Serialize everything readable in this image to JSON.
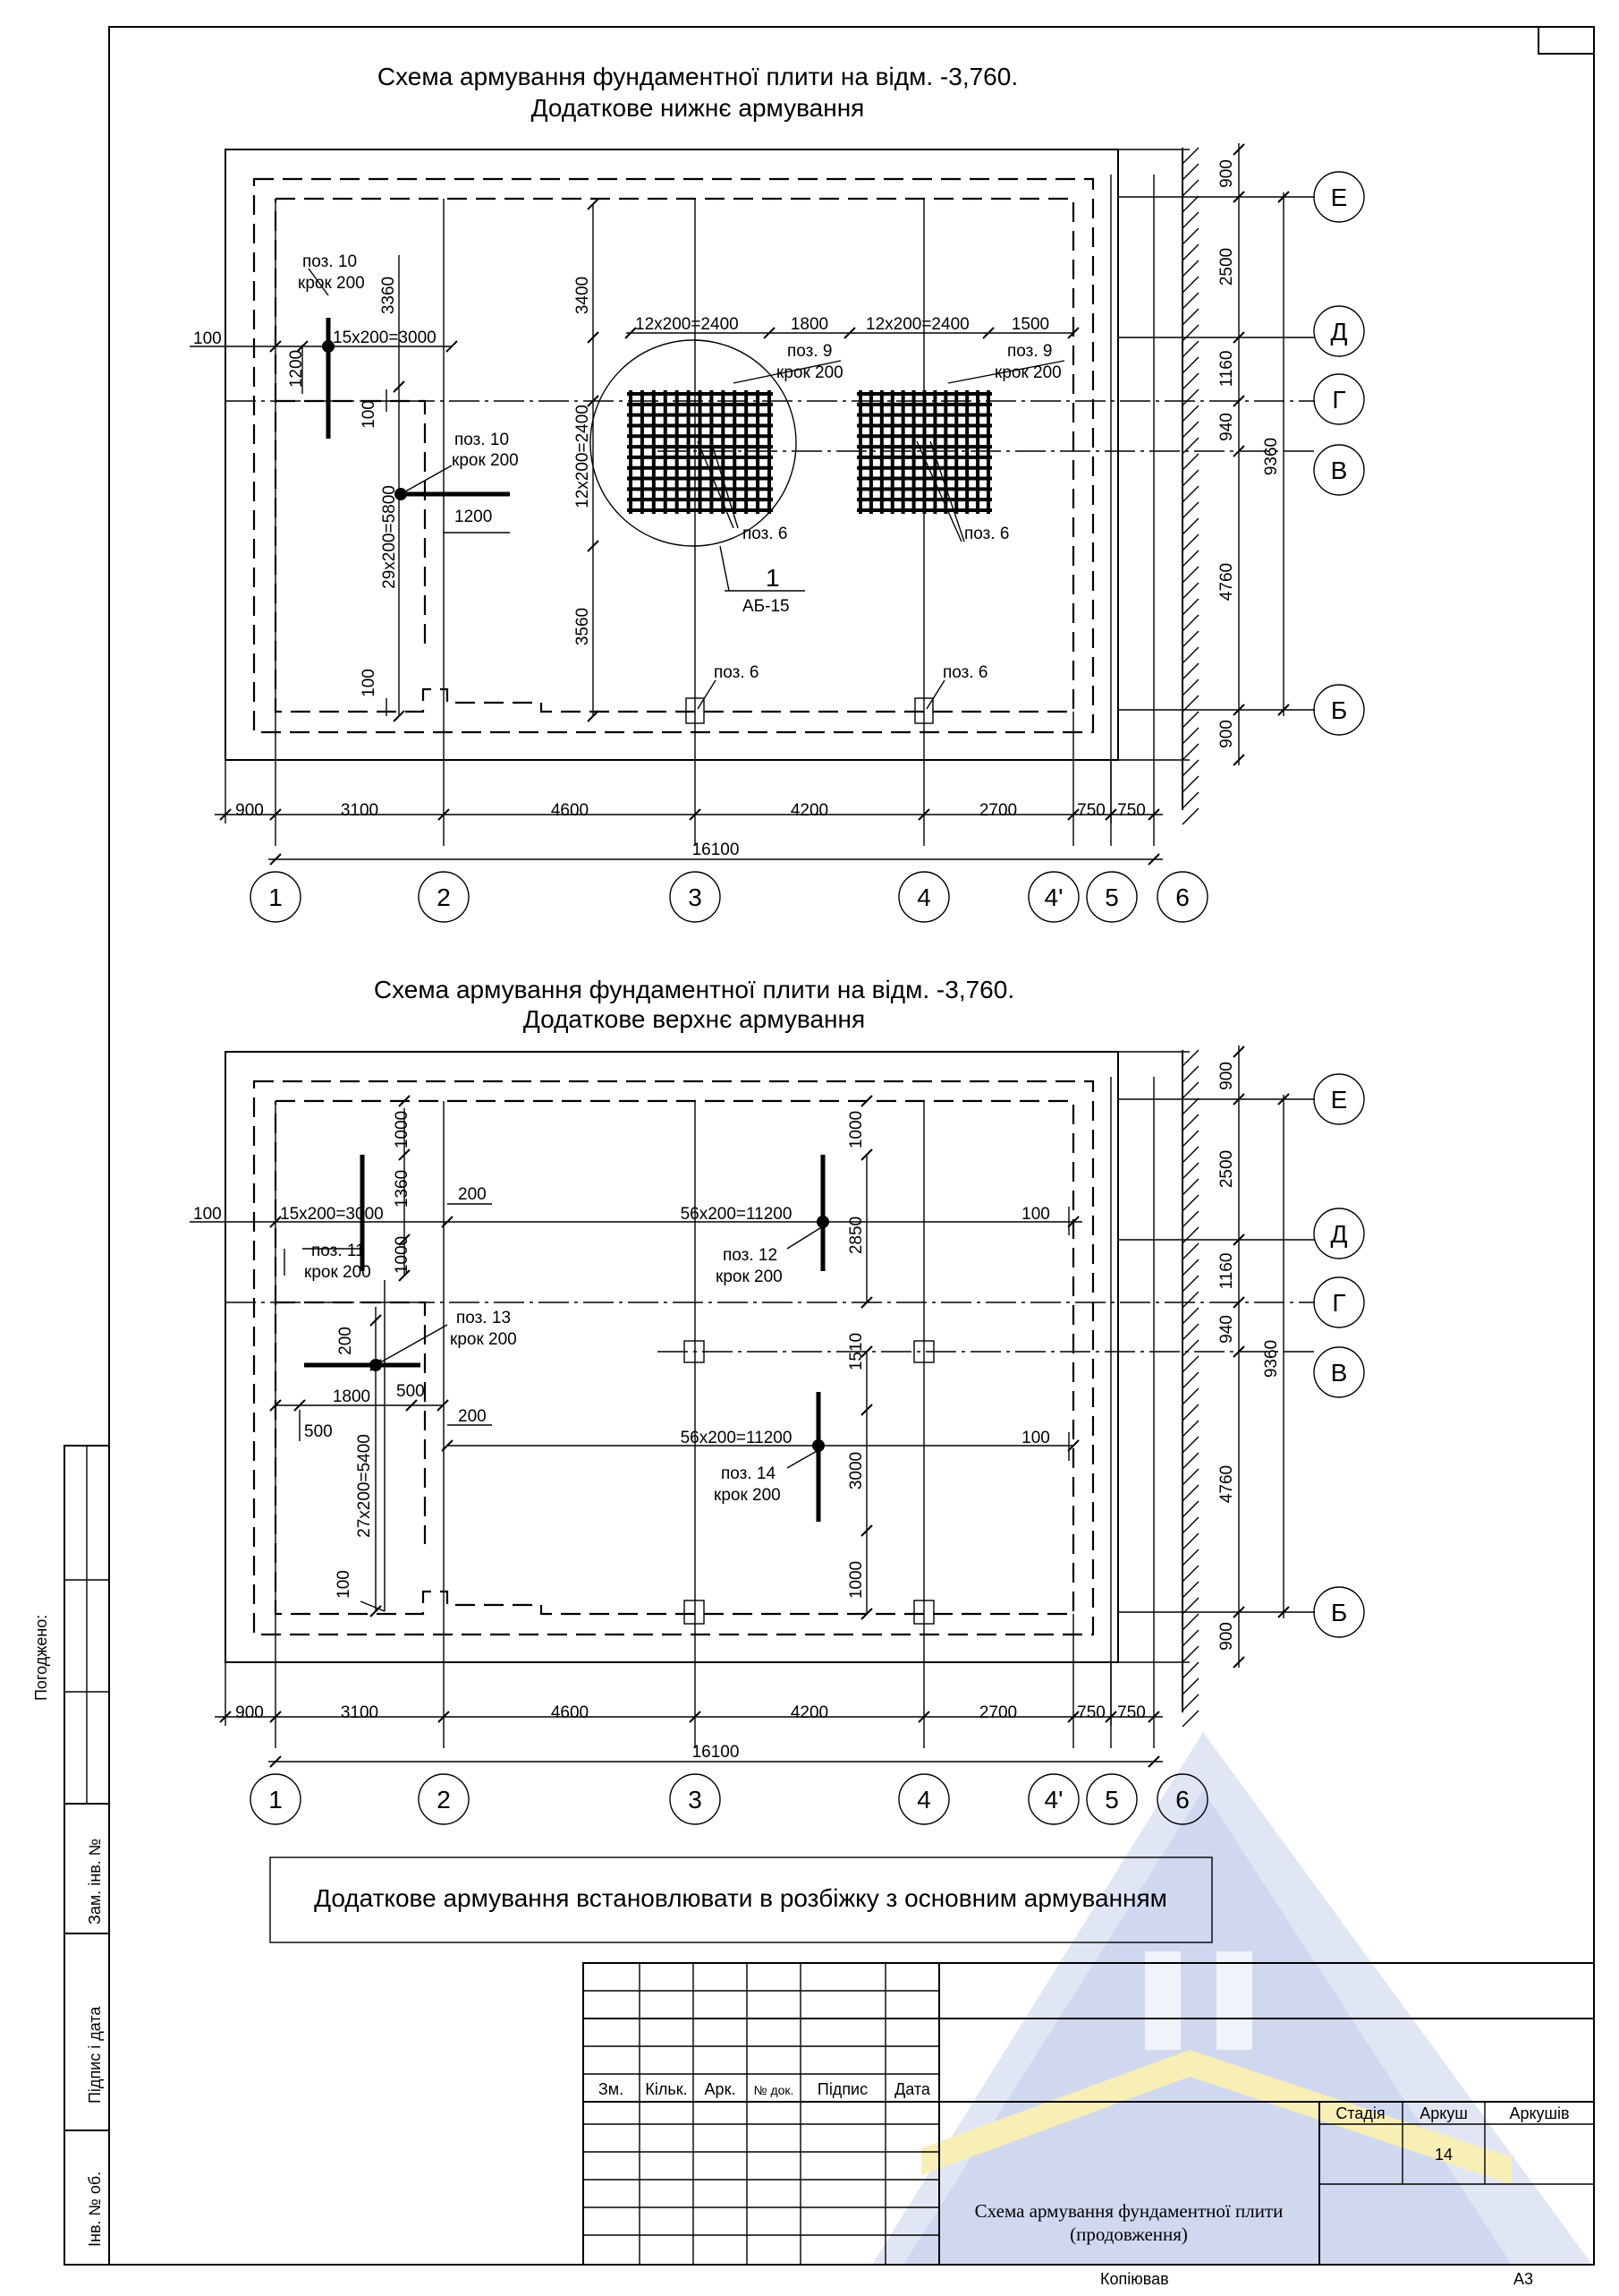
{
  "plan_top": {
    "title_line1": "Схема армування фундаментної плити на відм. -3,760.",
    "title_line2": "Додаткове нижнє армування",
    "dims_h": [
      "900",
      "3100",
      "4600",
      "4200",
      "2700",
      "750",
      "750"
    ],
    "dim_total": "16100",
    "dims_v": [
      "900",
      "2500",
      "1160",
      "940",
      "4760",
      "900"
    ],
    "dim_v_total": "9360",
    "labels": {
      "l100": "100",
      "l1200v": "1200",
      "l3360": "3360",
      "l15x200": "15x200=3000",
      "poz10a": "поз. 10",
      "krok10a": "крок 200",
      "poz10b": "поз. 10",
      "krok10b": "крок 200",
      "l100b": "100",
      "l1200h": "1200",
      "l29x200": "29x200=5800",
      "l100c": "100",
      "l3400": "3400",
      "l12x200a": "12x200=2400",
      "l1800": "1800",
      "l12x200b": "12x200=2400",
      "l1500": "1500",
      "poz9a": "поз. 9",
      "krok9a": "крок 200",
      "poz9b": "поз. 9",
      "krok9b": "крок 200",
      "l12x200v": "12x200=2400",
      "l3560": "3560",
      "poz6a": "поз. 6",
      "poz6b": "поз. 6",
      "poz6c": "поз. 6",
      "poz6d": "поз. 6",
      "detail_num": "1",
      "detail_ref": "АБ-15"
    }
  },
  "plan_bottom": {
    "title_line1": "Схема армування фундаментної плити на відм. -3,760.",
    "title_line2": "Додаткове верхнє армування",
    "dims_h": [
      "900",
      "3100",
      "4600",
      "4200",
      "2700",
      "750",
      "750"
    ],
    "dim_total": "16100",
    "dims_v": [
      "900",
      "2500",
      "1160",
      "940",
      "4760",
      "900"
    ],
    "dim_v_total": "9360",
    "labels": {
      "l100": "100",
      "l15x200": "15x200=3000",
      "l1000a": "1000",
      "l1360": "1360",
      "l1000b": "1000",
      "poz11": "поз. 11",
      "krok11": "крок 200",
      "l200a": "200",
      "l56x200a": "56x200=11200",
      "l100r1": "100",
      "l1000c": "1000",
      "l2850": "2850",
      "poz12": "поз. 12",
      "krok12": "крок 200",
      "poz13": "поз. 13",
      "krok13": "крок 200",
      "l200b": "200",
      "l1800": "1800",
      "l500a": "500",
      "l500b": "500",
      "l1510": "1510",
      "l200c": "200",
      "l56x200b": "56x200=11200",
      "l100r2": "100",
      "poz14": "поз. 14",
      "krok14": "крок 200",
      "l3000": "3000",
      "l27x200": "27x200=5400",
      "l100d": "100",
      "l1000d": "1000"
    }
  },
  "axes_x": [
    "1",
    "2",
    "3",
    "4",
    "4'",
    "5",
    "6"
  ],
  "axes_y": [
    "Е",
    "Д",
    "Г",
    "В",
    "Б"
  ],
  "note": "Додаткове армування встановлювати в розбіжку з основним армуванням",
  "side_stamp": {
    "agreed": "Погоджено:",
    "zam_inv": "Зам. інв. №",
    "signature_date": "Підпис і дата",
    "inv_orig": "Інв. № об."
  },
  "title_block": {
    "col_zm": "Зм.",
    "col_kilk": "Кільк.",
    "col_ark": "Арк.",
    "col_ndok": "№ док.",
    "col_pidpys": "Підпис",
    "col_data": "Дата",
    "stage": "Стадія",
    "sheet": "Аркуш",
    "sheets": "Аркушів",
    "sheet_no": "14",
    "drawing_title_1": "Схема армування фундаментної плити",
    "drawing_title_2": "(продовження)"
  },
  "footer": {
    "copied": "Копіював",
    "format": "А3"
  }
}
